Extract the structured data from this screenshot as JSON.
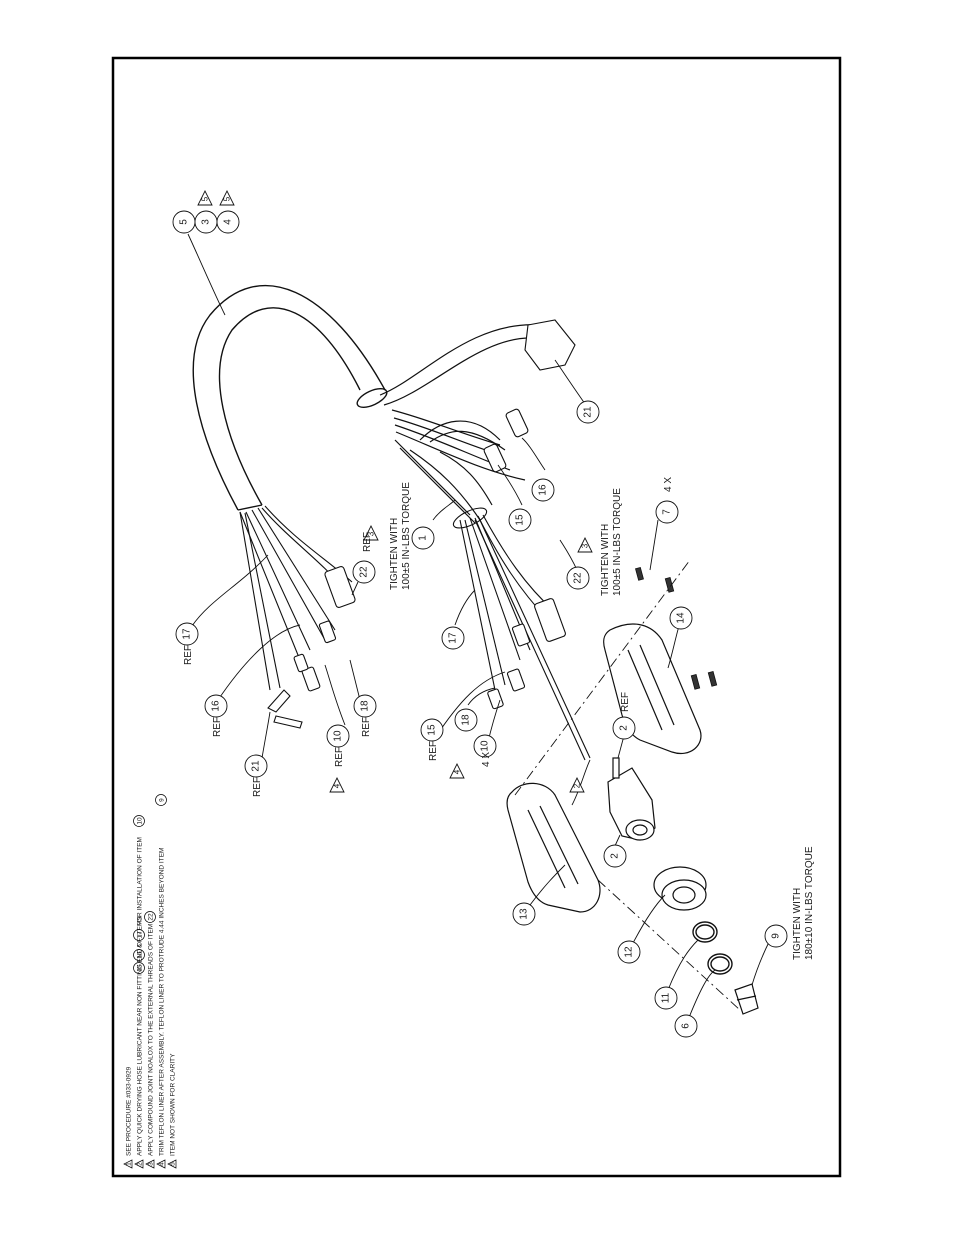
{
  "notes": [
    {
      "num": "1",
      "text": "SEE PROCEDURE #033-0929"
    },
    {
      "num": "2",
      "text": "APPLY QUICK DRYING HOSE LUBRICANT NEAR NON FITTING END OF ITEMS",
      "items": [
        "15",
        "16",
        "17"
      ],
      "between": "&",
      "tail": "FOR INSTALLATION OF ITEM",
      "ref": "10"
    },
    {
      "num": "3",
      "text": "APPLY COMPOUND JOINT NOALOX TO THE EXTERNAL THREADS OF ITEM",
      "ref": "22"
    },
    {
      "num": "4",
      "text": "TRIM TEFLON LINER AFTER ASSEMBLY. TEFLON LINER TO PROTRUDE 4.44 INCHES BEYOND ITEM",
      "ref": "9"
    },
    {
      "num": "5",
      "text": "ITEM NOT SHOWN FOR CLARITY"
    }
  ],
  "torque": {
    "top": [
      "TIGHTEN WITH",
      "100±5 IN-LBS TORQUE"
    ],
    "mid": [
      "TIGHTEN WITH",
      "100±5 IN-LBS TORQUE"
    ],
    "bottom": [
      "TIGHTEN WITH",
      "180±10 IN-LBS TORQUE"
    ]
  },
  "ref": "REF",
  "qty4x": "4 X",
  "top_callouts": [
    {
      "num": "5"
    },
    {
      "num": "3",
      "flag": "5"
    },
    {
      "num": "4",
      "flag": "5"
    }
  ],
  "callouts": {
    "c21top": "21",
    "c16top": "16",
    "c15top": "15",
    "c1": "1",
    "c22a": "22",
    "c22b": "22",
    "c17a": "17",
    "c17b": "17",
    "c16ref": "16",
    "c15ref": "15",
    "c18a": "18",
    "c18b": "18",
    "c10a": "10",
    "c10b": "10",
    "c21ref": "21",
    "c7": "7",
    "c14": "14",
    "c2ref": "2",
    "c2": "2",
    "c13": "13",
    "c12": "12",
    "c11": "11",
    "c6": "6",
    "c9": "9"
  },
  "flags": {
    "f3a": "3",
    "f3b": "3",
    "f4a": "4",
    "f4b": "4",
    "f2": "2"
  }
}
